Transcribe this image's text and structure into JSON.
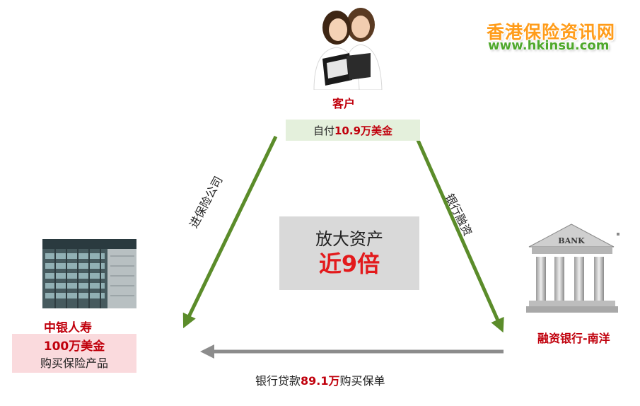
{
  "watermark": {
    "name": "香港保险资讯网",
    "url": "www.hkinsu.com"
  },
  "customer": {
    "label": "客户",
    "self_pay_prefix": "自付",
    "self_pay_amount": "10.9万美金"
  },
  "center": {
    "title": "放大资产",
    "multiplier": "近9倍"
  },
  "insurer": {
    "name": "中银人寿",
    "amount": "100万美金",
    "product": "购买保险产品"
  },
  "bank": {
    "sign": "BANK",
    "name": "融资银行-南洋"
  },
  "arrows": {
    "left_label": "进保险公司",
    "right_label": "银行融资",
    "loan_prefix": "银行贷款",
    "loan_amount": "89.1万",
    "loan_suffix": "购买保单"
  },
  "colors": {
    "accent_red": "#c0000c",
    "arrow_green": "#5b8c2a",
    "arrow_gray": "#8c8c8c",
    "self_pay_bg": "#e4f0dc",
    "insurer_bg": "#fadadd",
    "center_bg": "#d9d9d9"
  }
}
